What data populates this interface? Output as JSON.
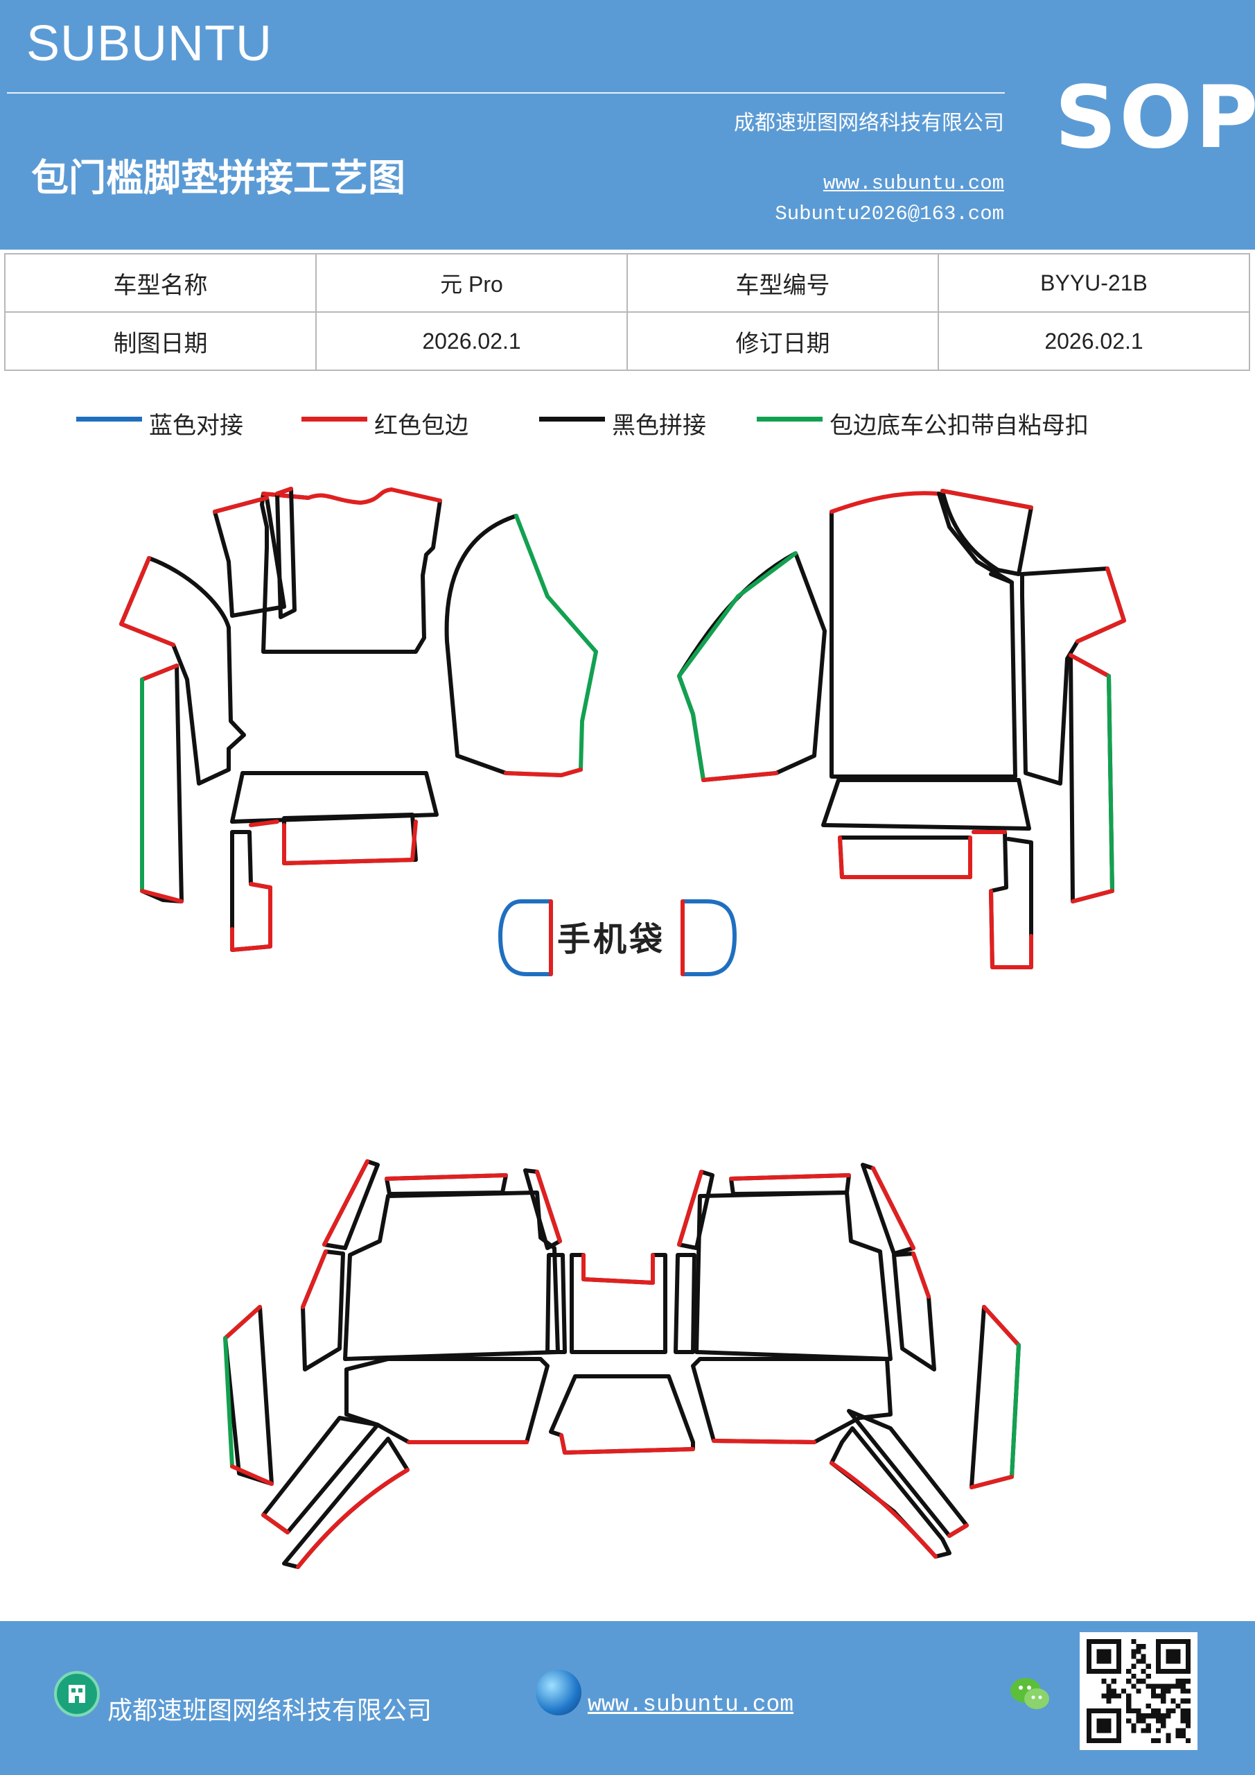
{
  "header": {
    "brand": "SUBUNTU",
    "company": "成都速班图网络科技有限公司",
    "title": "包门槛脚垫拼接工艺图",
    "website": "www.subuntu.com",
    "email": "Subuntu2026@163.com",
    "badge": "SOP"
  },
  "info_table": {
    "rows": [
      [
        {
          "text": "车型名称",
          "kind": "label"
        },
        {
          "text": "元 Pro",
          "kind": "value"
        },
        {
          "text": "车型编号",
          "kind": "label"
        },
        {
          "text": "BYYU-21B",
          "kind": "value"
        }
      ],
      [
        {
          "text": "制图日期",
          "kind": "label"
        },
        {
          "text": "2026.02.1",
          "kind": "value"
        },
        {
          "text": "修订日期",
          "kind": "label"
        },
        {
          "text": "2026.02.1",
          "kind": "value"
        }
      ]
    ]
  },
  "legend": [
    {
      "label": "蓝色对接",
      "color": "#1f6fc0"
    },
    {
      "label": "红色包边",
      "color": "#e02020"
    },
    {
      "label": "黑色拼接",
      "color": "#111111"
    },
    {
      "label": "包边底车公扣带自粘母扣",
      "color": "#12a150"
    }
  ],
  "diagram": {
    "phone_pocket_label": "手机袋",
    "colors": {
      "blue": "#1f6fc0",
      "red": "#e02020",
      "black": "#111111",
      "green": "#12a150"
    }
  },
  "footer": {
    "company": "成都速班图网络科技有限公司",
    "website": "www.subuntu.com",
    "icons": [
      "building-icon",
      "globe-icon",
      "wechat-icon",
      "qr-code"
    ]
  }
}
